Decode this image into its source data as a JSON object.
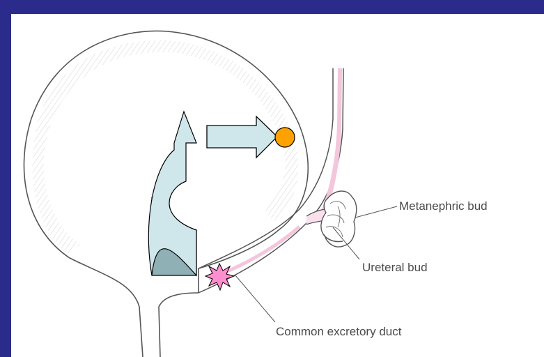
{
  "labels": {
    "metanephric_bud": "Metanephric bud",
    "ureteral_bud": "Ureteral bud",
    "common_excretory_duct": "Common excretory duct"
  },
  "colors": {
    "background": "#2b2b8c",
    "arrow_fill": "#cfe6ea",
    "arrow_dark": "#8fb0b4",
    "marker_orange": "#ffa200",
    "star_pink": "#ff8ecf",
    "duct_pink": "#f4c6dc"
  },
  "icons": {
    "curved_arrow": "curved-arrow-icon",
    "right_arrow": "right-arrow-icon",
    "orange_dot": "orange-dot-icon",
    "starburst": "starburst-icon"
  }
}
